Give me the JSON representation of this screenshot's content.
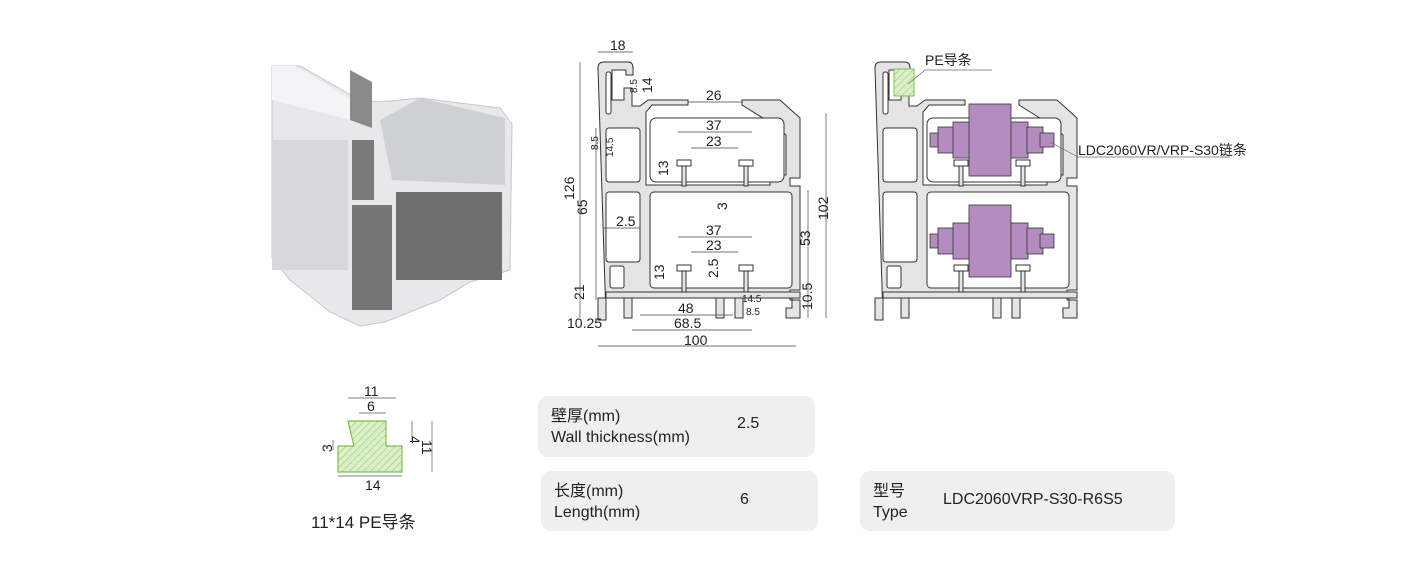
{
  "profile_drawing": {
    "dimensions": [
      "18",
      "8.5",
      "14",
      "26",
      "37",
      "23",
      "8.5",
      "14.5",
      "13",
      "3",
      "126",
      "65",
      "2.5",
      "102",
      "37",
      "23",
      "2.5",
      "13",
      "53",
      "21",
      "48",
      "14.5",
      "8.5",
      "10.5",
      "10.25",
      "68.5",
      "100"
    ]
  },
  "assembly_drawing": {
    "guide_label": "PE导条",
    "chain_label": "LDC2060VR/VRP-S30链条",
    "colors": {
      "guide": "#c9e9a8",
      "chain": "#b48cc0",
      "profile": "#e6e6e6"
    }
  },
  "pe_strip": {
    "dimensions": [
      "11",
      "6",
      "4",
      "3",
      "11",
      "14"
    ],
    "caption": "11*14 PE导条"
  },
  "specs": {
    "wall_thickness": {
      "label_cn": "壁厚(mm)",
      "label_en": "Wall thickness(mm)",
      "value": "2.5"
    },
    "length": {
      "label_cn": "长度(mm)",
      "label_en": "Length(mm)",
      "value": "6"
    },
    "type": {
      "label_cn": "型号",
      "label_en": "Type",
      "value": "LDC2060VRP-S30-R6S5"
    }
  }
}
